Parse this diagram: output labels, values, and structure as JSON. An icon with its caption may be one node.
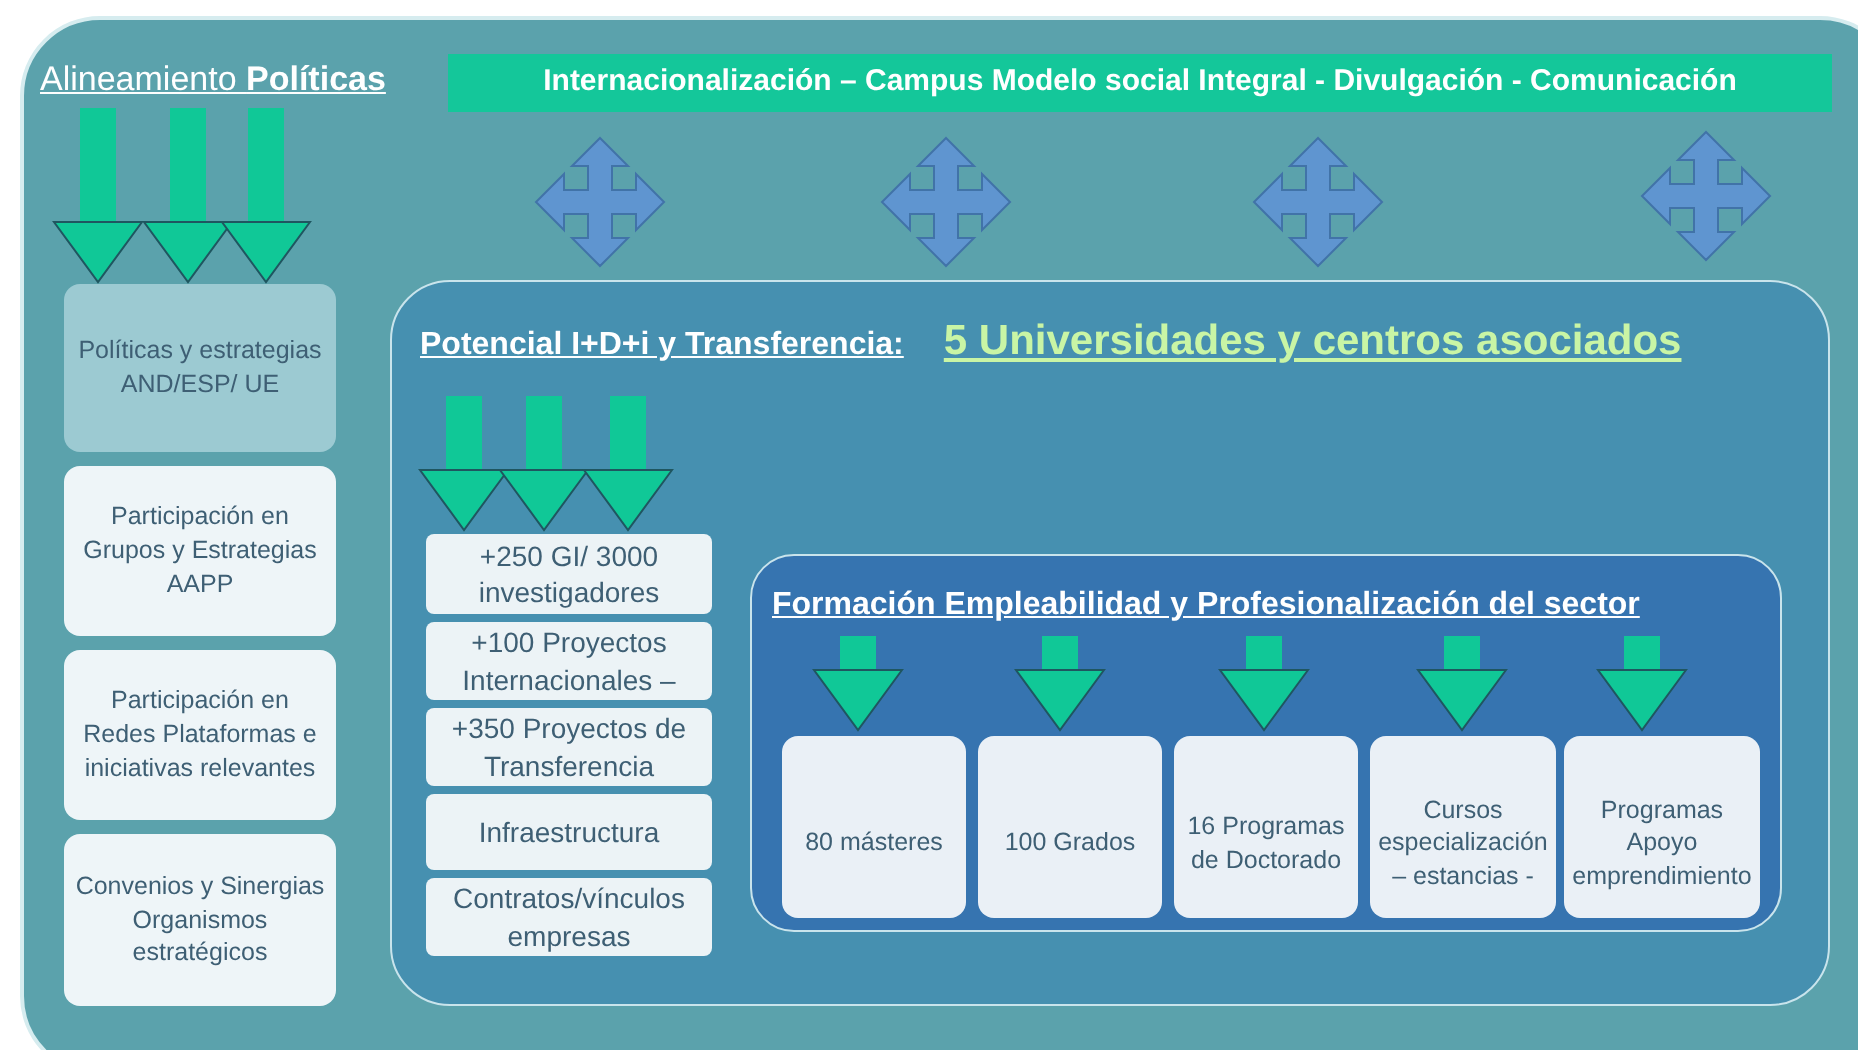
{
  "diagram": {
    "nodes": [
      {
        "text": [
          "Alineamiento **Políticas**"
        ]
      },
      {
        "text": [
          "Políticas y estrategias AND/ESP/ UE"
        ]
      },
      {
        "text": [
          "Participación en Grupos y Estrategias AAPP"
        ]
      },
      {
        "text": [
          "Participación en Redes Plataformas e iniciativas relevantes"
        ]
      },
      {
        "text": [
          "Convenios y Sinergias Organismos estratégicos"
        ]
      },
      {
        "text": [
          "Internacionalización – Campus Modelo social Integral - Divulgación - Comunicación"
        ]
      },
      {
        "text": [
          "Potencial I+D+i y Transferencia:",
          "5 Universidades y centros asociados"
        ]
      },
      {
        "text": [
          "+250 GI/ 3000 investigadores"
        ],
        "in": 6
      },
      {
        "text": [
          "+100 Proyectos Internacionales –"
        ],
        "in": 6
      },
      {
        "text": [
          "+350 Proyectos de Transferencia"
        ],
        "in": 6
      },
      {
        "text": [
          "Infraestructura"
        ],
        "in": 6
      },
      {
        "text": [
          "Contratos/vínculos empresas"
        ],
        "in": 6
      },
      {
        "text": [
          "Formación Empleabilidad y Profesionalización del sector"
        ],
        "in": 6
      },
      {
        "text": [
          "80 másteres"
        ],
        "in": 12
      },
      {
        "text": [
          "100 Grados"
        ],
        "in": 12
      },
      {
        "text": [
          "16 Programas de Doctorado"
        ],
        "in": 12
      },
      {
        "text": [
          "Cursos especialización – estancias -"
        ],
        "in": 12
      },
      {
        "text": [
          "Programas Apoyo emprendimiento"
        ],
        "in": 12
      }
    ],
    "edges": [
      {
        "from": 0,
        "to": 1,
        "arrow": "to"
      },
      {
        "from": 0,
        "to": 1,
        "arrow": "to"
      },
      {
        "from": 0,
        "to": 1,
        "arrow": "to"
      },
      {
        "from": null,
        "to": 7,
        "arrow": "to"
      },
      {
        "from": null,
        "to": 7,
        "arrow": "to"
      },
      {
        "from": null,
        "to": 7,
        "arrow": "to"
      },
      {
        "from": null,
        "to": 13,
        "arrow": "to"
      },
      {
        "from": null,
        "to": 14,
        "arrow": "to"
      },
      {
        "from": null,
        "to": 15,
        "arrow": "to"
      },
      {
        "from": null,
        "to": 16,
        "arrow": "to"
      },
      {
        "from": null,
        "to": 17,
        "arrow": "to"
      }
    ]
  }
}
